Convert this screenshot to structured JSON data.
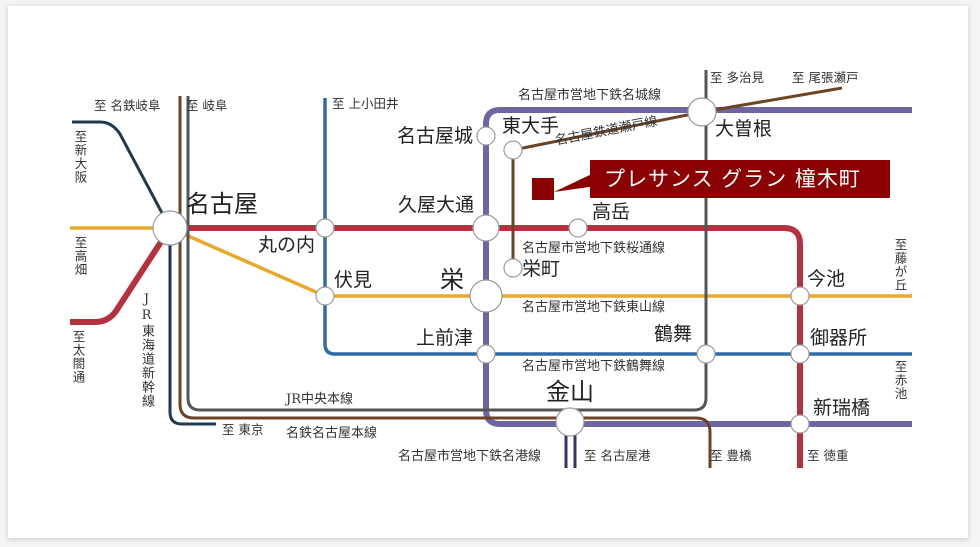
{
  "colors": {
    "sakuradori": "#b5313f",
    "higashiyama": "#e8a92a",
    "tsurumai": "#2e6ca6",
    "meijo": "#6f66a1",
    "meiko": "#3a2f6a",
    "seto": "#6b4426",
    "jr_chuo": "#555555",
    "meitetsu": "#6b4426",
    "shinkansen": "#1f3a4f",
    "kamiiida": "#2e6ca6",
    "brand": "#8b0000"
  },
  "property": {
    "name": "プレサンス グラン 橦木町"
  },
  "stations": {
    "nagoya": "名古屋",
    "marunouchi": "丸の内",
    "fushimi": "伏見",
    "nagoyajo": "名古屋城",
    "higashiote": "東大手",
    "hisaya_odori": "久屋大通",
    "takaoka": "高岳",
    "sakae": "栄",
    "sakaemachi": "栄町",
    "kamimaezu": "上前津",
    "tsurumai": "鶴舞",
    "kanayama": "金山",
    "ozone": "大曽根",
    "imaike": "今池",
    "gokiso": "御器所",
    "aratamabashi": "新瑞橋"
  },
  "lines": {
    "meijo": "名古屋市営地下鉄名城線",
    "seto": "名古屋鉄道瀬戸線",
    "sakuradori": "名古屋市営地下鉄桜通線",
    "higashiyama": "名古屋市営地下鉄東山線",
    "tsurumai": "名古屋市営地下鉄鶴舞線",
    "meiko": "名古屋市営地下鉄名港線",
    "jr_chuo": "JR中央本線",
    "meitetsu": "名鉄名古屋本線",
    "shinkansen": "JR東海道新幹線"
  },
  "directions": {
    "meitetsu_gifu": "至 名鉄岐阜",
    "gifu": "至 岐阜",
    "shin_osaka": "至新大阪",
    "takabata": "至高畑",
    "taikodori": "至太閤通",
    "kamiotai": "至 上小田井",
    "tajimi": "至 多治見",
    "owari_seto": "至 尾張瀬戸",
    "fujigaoka": "至藤が丘",
    "akaike": "至赤池",
    "tokushige": "至 徳重",
    "toyohashi": "至 豊橋",
    "nagoyako": "至 名古屋港",
    "tokyo": "至 東京"
  }
}
